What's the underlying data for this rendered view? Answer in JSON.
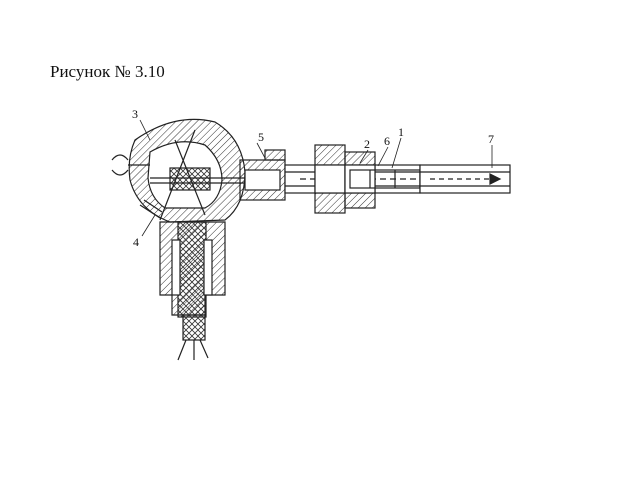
{
  "caption": "Рисунок № 3.10",
  "labels": {
    "l1": "1",
    "l2": "2",
    "l3": "3",
    "l4": "4",
    "l5": "5",
    "l6": "6",
    "l7": "7"
  }
}
